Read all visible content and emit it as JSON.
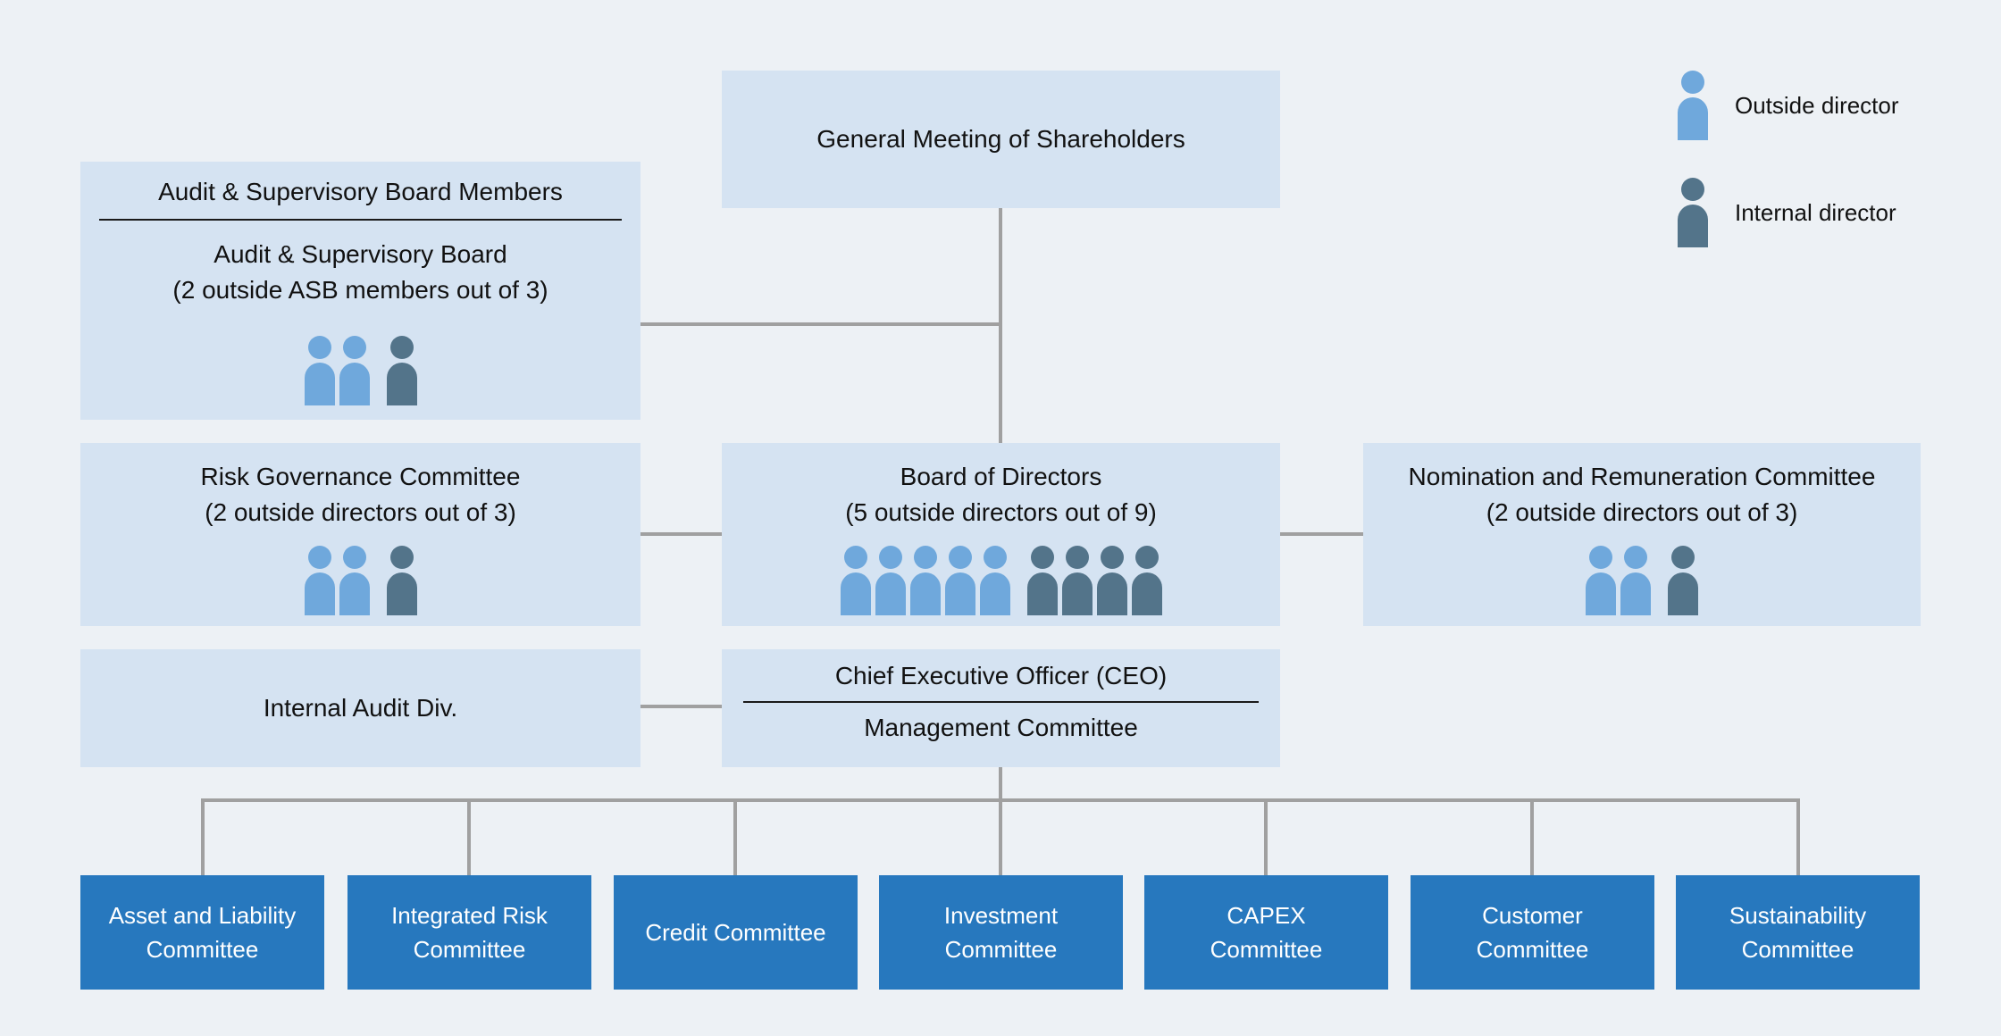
{
  "colors": {
    "background": "#edf1f5",
    "light_box": "#d5e3f2",
    "dark_box": "#2778be",
    "connector": "#a0a0a0",
    "outside_director": "#6fa8dc",
    "internal_director": "#53748a"
  },
  "legend": {
    "outside": {
      "label": "Outside director",
      "members": {
        "outside": 1,
        "internal": 0
      }
    },
    "internal": {
      "label": "Internal director",
      "members": {
        "outside": 0,
        "internal": 1
      }
    }
  },
  "nodes": {
    "gms": {
      "label": "General Meeting of Shareholders"
    },
    "asb": {
      "title": "Audit & Supervisory Board Members",
      "line1": "Audit & Supervisory Board",
      "line2": "(2 outside ASB members out of 3)",
      "members": {
        "outside": 2,
        "internal": 1
      }
    },
    "risk": {
      "line1": "Risk Governance Committee",
      "line2": "(2 outside directors out of 3)",
      "members": {
        "outside": 2,
        "internal": 1
      }
    },
    "board": {
      "line1": "Board of Directors",
      "line2": "(5 outside directors out of 9)",
      "members": {
        "outside": 5,
        "internal": 4
      }
    },
    "nomination": {
      "line1": "Nomination and Remuneration Committee",
      "line2": "(2 outside directors out of 3)",
      "members": {
        "outside": 2,
        "internal": 1
      }
    },
    "internal_audit": {
      "label": "Internal Audit Div."
    },
    "ceo": {
      "title": "Chief Executive Officer (CEO)",
      "subtitle": "Management Committee"
    },
    "committees": [
      "Asset and Liability\nCommittee",
      "Integrated Risk\nCommittee",
      "Credit Committee",
      "Investment\nCommittee",
      "CAPEX\nCommittee",
      "Customer\nCommittee",
      "Sustainability\nCommittee"
    ]
  }
}
